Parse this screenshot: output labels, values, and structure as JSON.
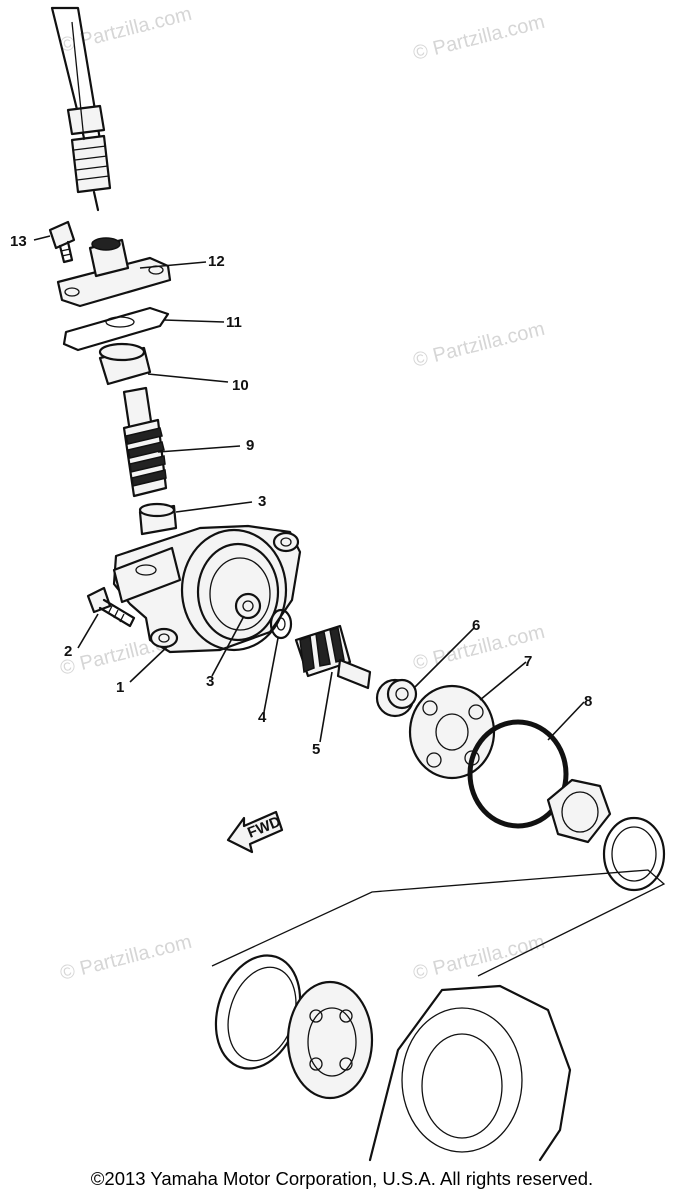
{
  "watermark": "© Partzilla.com",
  "copyright": "©2013 Yamaha Motor Corporation, U.S.A. All rights reserved.",
  "fwd_label": "FWD",
  "callouts": {
    "c1": "1",
    "c2": "2",
    "c3a": "3",
    "c3b": "3",
    "c4": "4",
    "c5": "5",
    "c6": "6",
    "c7": "7",
    "c8": "8",
    "c9": "9",
    "c10": "10",
    "c11": "11",
    "c12": "12",
    "c13": "13"
  }
}
